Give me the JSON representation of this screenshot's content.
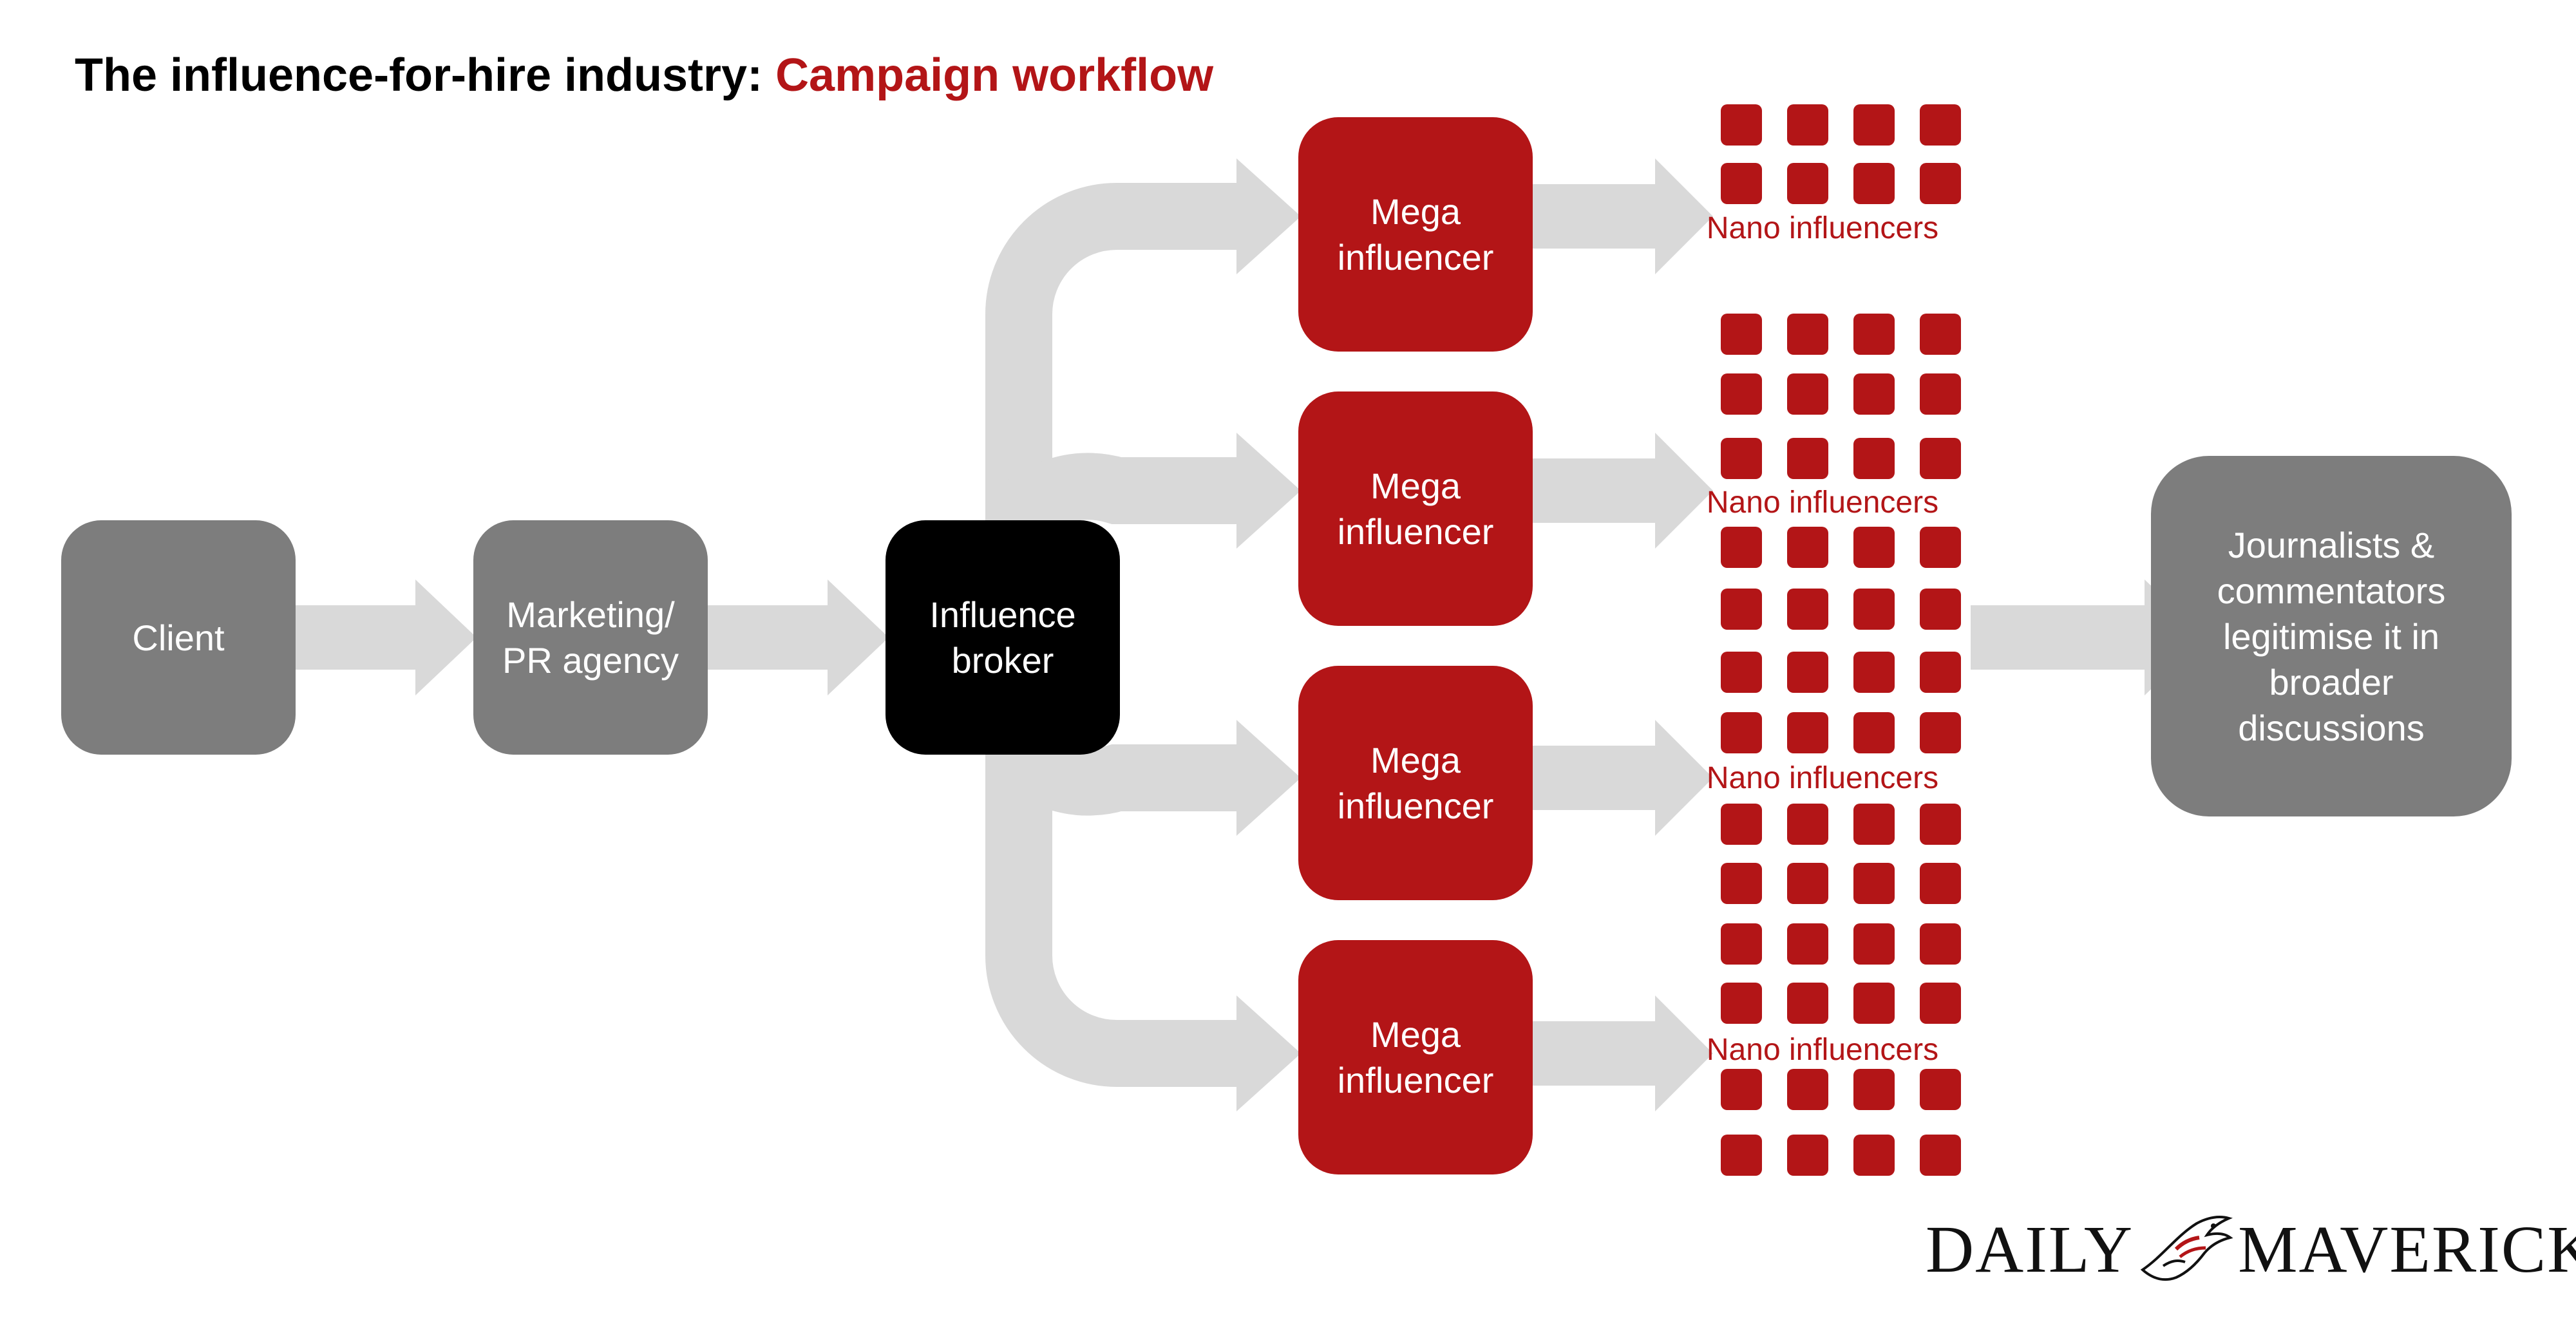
{
  "title": {
    "prefix": "The influence-for-hire industry: ",
    "highlight": "Campaign workflow"
  },
  "colors": {
    "accent_red": "#b31517",
    "node_gray": "#7d7d7d",
    "broker_black": "#000000",
    "arrow_gray": "#d9d9d9"
  },
  "nodes": {
    "client": "Client",
    "agency": "Marketing/\nPR agency",
    "broker": "Influence\nbroker",
    "mega": [
      "Mega\ninfluencer",
      "Mega\ninfluencer",
      "Mega\ninfluencer",
      "Mega\ninfluencer"
    ],
    "journalists": "Journalists &\ncommentators\nlegitimise it in\nbroader\ndiscussions"
  },
  "nano_labels": [
    "Nano influencers",
    "Nano influencers",
    "Nano influencers",
    "Nano influencers"
  ],
  "brand": {
    "left": "DAILY",
    "right": "MAVERICK",
    "emblem": "eagle-emblem-icon"
  }
}
